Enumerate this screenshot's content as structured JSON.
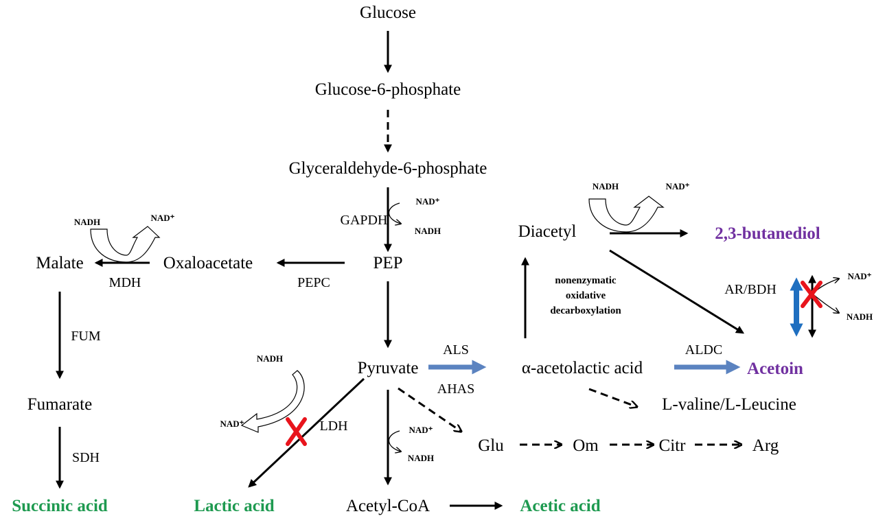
{
  "metabolites": {
    "glucose": "Glucose",
    "glucose6p": "Glucose-6-phosphate",
    "glyceraldehyde6p": "Glyceraldehyde-6-phosphate",
    "pep": "PEP",
    "pyruvate": "Pyruvate",
    "oxaloacetate": "Oxaloacetate",
    "malate": "Malate",
    "fumarate": "Fumarate",
    "diacetyl": "Diacetyl",
    "acetolactate": "α-acetolactic acid",
    "valine_leucine": "L-valine/L-Leucine",
    "glu": "Glu",
    "om": "Om",
    "citr": "Citr",
    "arg": "Arg",
    "acetyl_coa": "Acetyl-CoA"
  },
  "products": {
    "succinic": "Succinic acid",
    "lactic": "Lactic acid",
    "acetic": "Acetic acid",
    "butanediol": "2,3-butanediol",
    "acetoin": "Acetoin"
  },
  "enzymes": {
    "gapdh": "GAPDH",
    "pepc": "PEPC",
    "mdh": "MDH",
    "fum": "FUM",
    "sdh": "SDH",
    "ldh": "LDH",
    "als": "ALS",
    "ahas": "AHAS",
    "aldc": "ALDC",
    "ar_bdh": "AR/BDH"
  },
  "cofactors": {
    "nadh": "NADH",
    "nad": "NAD⁺"
  },
  "annotations": {
    "decarb_line1": "nonenzymatic",
    "decarb_line2": "oxidative",
    "decarb_line3": "decarboxylation"
  },
  "colors": {
    "product_green": "#1e9a50",
    "product_purple": "#7030a0",
    "engineered_arrow_blue": "#5b83c0",
    "ar_bdh_arrow_blue": "#1f6fc0",
    "knockout_red": "#e8141c"
  }
}
